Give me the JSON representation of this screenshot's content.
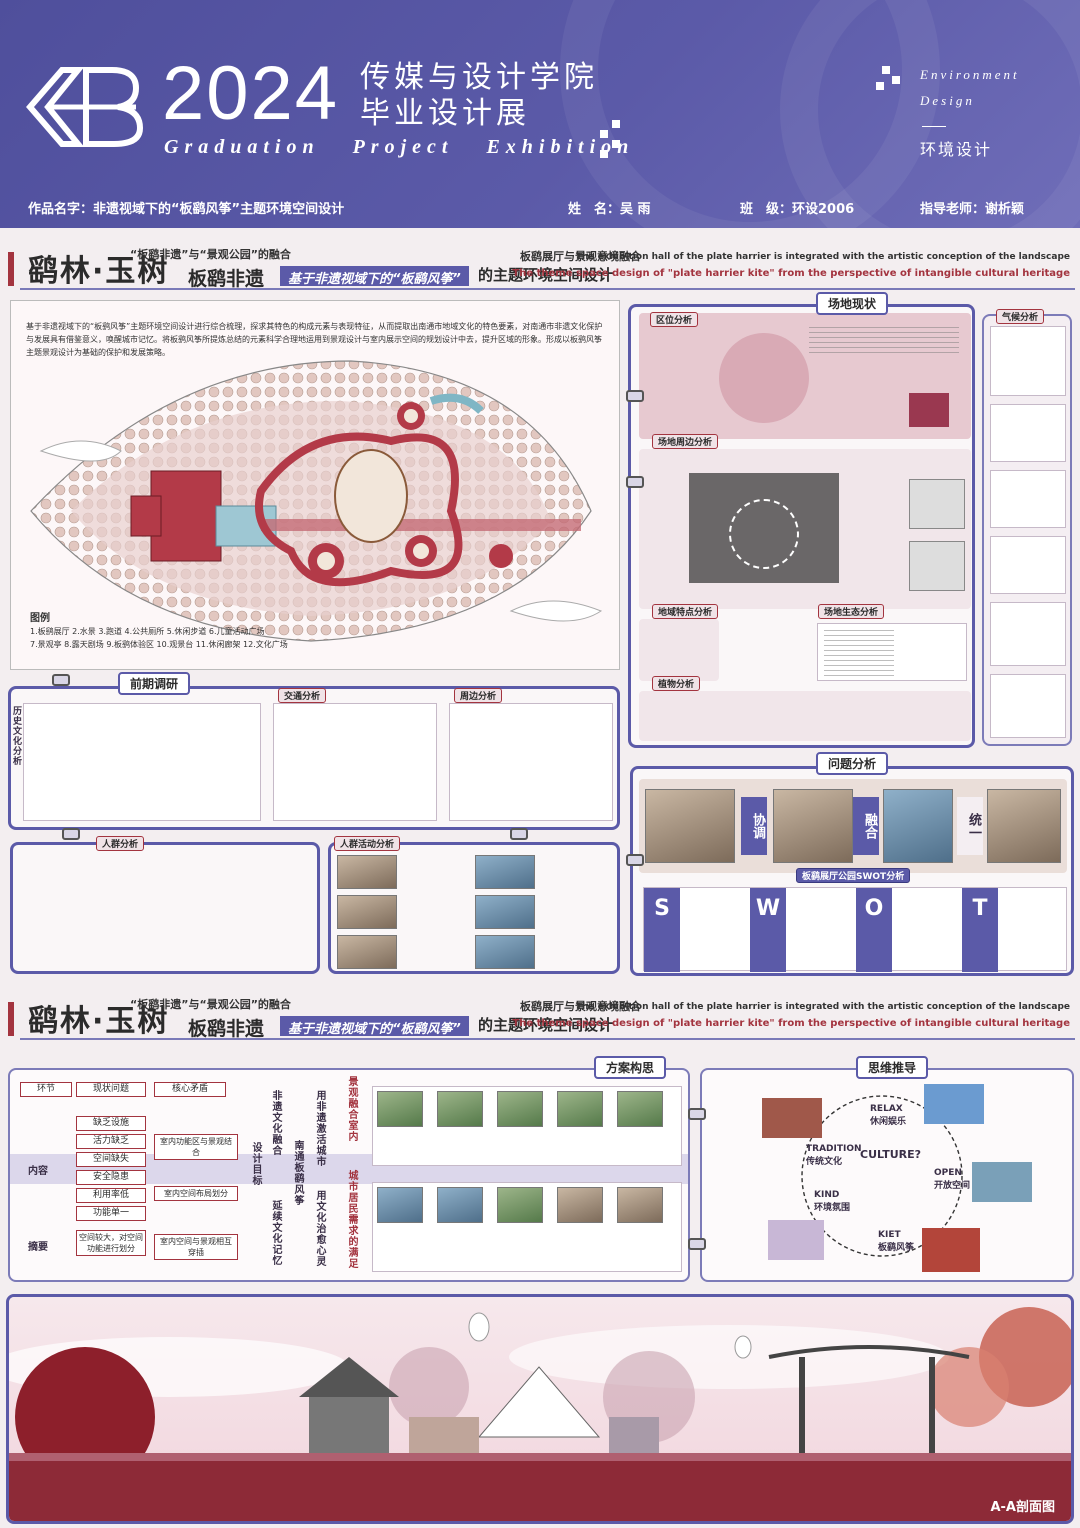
{
  "header": {
    "year": "2024",
    "school_line1": "传媒与设计学院",
    "school_line2": "毕业设计展",
    "en_title": "Graduation Project Exhibition",
    "env_en_1": "Environment",
    "env_en_2": "Design",
    "env_cn": "环境设计",
    "work_label": "作品名字：",
    "work_name": "非遗视域下的“板鹞风筝”主题环境空间设计",
    "name_label": "姓　名：",
    "name_value": "吴 雨",
    "class_label": "班　级：",
    "class_value": "环设2006",
    "advisor_label": "指导老师：",
    "advisor_value": "谢析颖"
  },
  "banner": {
    "big": "鹞林·玉树",
    "sub": "“板鹞非遗”与“景观公园”的融合",
    "heritage": "板鹞非遗",
    "highlight": "基于非遗视域下的“板鹞风筝”",
    "cn_title": "的主题环境空间设计",
    "mid": "板鹞展厅与景观意境融合",
    "en1": "The exhibition hall of the plate harrier is integrated with the artistic conception of the landscape",
    "en2": "The theme space design of \"plate harrier kite\" from the perspective of intangible cultural heritage"
  },
  "plan": {
    "intro": "基于非遗视域下的“板鹞风筝”主题环境空间设计进行综合梳理，探求其特色的构成元素与表现特征，从而提取出南通市地域文化的特色要素，对南通市非遗文化保护与发展具有借鉴意义，唤醒城市记忆。将板鹞风筝所提炼总结的元素科学合理地运用到景观设计与室内展示空间的规划设计中去，提升区域的形象。形成以板鹞风筝主题景观设计为基础的保护和发展策略。",
    "legend_title": "图例",
    "legend_row1": "1.板鹞展厅  2.水景  3.跑道  4.公共厕所  5.休闲步道  6.儿童活动广场",
    "legend_row2": "7.景观亭  8.露天剧场  9.板鹞体验区  10.观景台  11.休闲廊架  12.文化广场"
  },
  "sections": {
    "site": "场地现状",
    "region": "区位分析",
    "surround": "场地周边分析",
    "climate": "气候分析",
    "terrain": "地域特点分析",
    "ecology": "场地生态分析",
    "plants": "植物分析",
    "research": "前期调研",
    "history": "历史文化分析",
    "traffic": "交通分析",
    "around": "周边分析",
    "crowd": "人群分析",
    "activity": "人群活动分析",
    "problem": "问题分析",
    "swot_title": "板鹞展厅公园SWOT分析",
    "scheme": "方案构思",
    "thinking": "思维推导",
    "section_label": "A-A剖面图"
  },
  "problems": {
    "xietiao": "协调",
    "ronghe": "融合",
    "tong": "统一"
  },
  "swot": [
    "S",
    "W",
    "O",
    "T"
  ],
  "scheme_table": {
    "col1": "环节",
    "col2": "现状问题",
    "col3": "核心矛盾",
    "row_content": "内容",
    "row_summary": "摘要",
    "issues": [
      "缺乏设施",
      "活力缺乏",
      "空间缺失",
      "安全隐患",
      "利用率低",
      "功能单一"
    ],
    "core1": "室内功能区与景观结合",
    "core2": "室内空间布局划分",
    "summary1": "空间较大，对空间功能进行划分",
    "summary2": "室内空间与景观相互穿插",
    "v_target": "设计目标",
    "v_fusion": "非遗文化融合",
    "v_kite": "南通板鹞风筝",
    "v_memory": "延续文化记忆",
    "v_use": "用非遗激活城市",
    "v_heart": "用文化治愈心灵",
    "v_landscape": "景观融合室内",
    "v_citizen": "城市居民需求的满足"
  },
  "thinking": {
    "center": "CULTURE?",
    "relax": "RELAX",
    "relax_cn": "休闲娱乐",
    "open": "OPEN",
    "open_cn": "开放空间",
    "kiet": "KIET",
    "kiet_cn": "板鹞风筝",
    "kind": "KIND",
    "kind_cn": "环境氛围",
    "tradition": "TRADITION",
    "tradition_cn": "传统文化"
  }
}
